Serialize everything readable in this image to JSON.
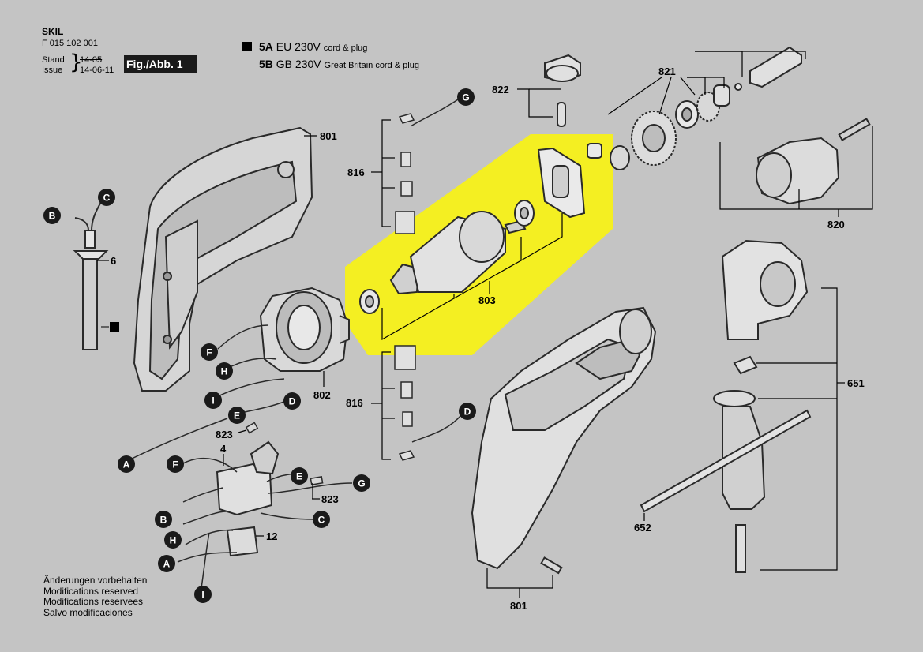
{
  "header": {
    "brand": "SKIL",
    "code": "F 015 102 001",
    "stand_label": "Stand",
    "issue_label": "Issue",
    "stand_value": "14-05",
    "issue_value": "14-06-11",
    "figure_label": "Fig./Abb. 1"
  },
  "legend": [
    {
      "code": "5A",
      "voltage": "EU 230V",
      "desc": "cord & plug"
    },
    {
      "code": "5B",
      "voltage": "GB 230V",
      "desc": "Great Britain cord & plug"
    }
  ],
  "notes": [
    "Änderungen vorbehalten",
    "Modifications reserved",
    "Modifications reservees",
    "Salvo modificaciones"
  ],
  "part_labels": {
    "p801a": "801",
    "p801b": "801",
    "p802": "802",
    "p803": "803",
    "p816a": "816",
    "p816b": "816",
    "p820": "820",
    "p821": "821",
    "p822": "822",
    "p823a": "823",
    "p823b": "823",
    "p651": "651",
    "p652": "652",
    "p6": "6",
    "p4": "4",
    "p12": "12"
  },
  "markers": {
    "A": "A",
    "B": "B",
    "C": "C",
    "D": "D",
    "E": "E",
    "F": "F",
    "G": "G",
    "H": "H",
    "I": "I"
  },
  "colors": {
    "background": "#c4c4c4",
    "highlight": "#f4ef22",
    "marker": "#1a1a1a",
    "part_fill": "#e4e4e4",
    "part_stroke": "#2a2a2a"
  }
}
